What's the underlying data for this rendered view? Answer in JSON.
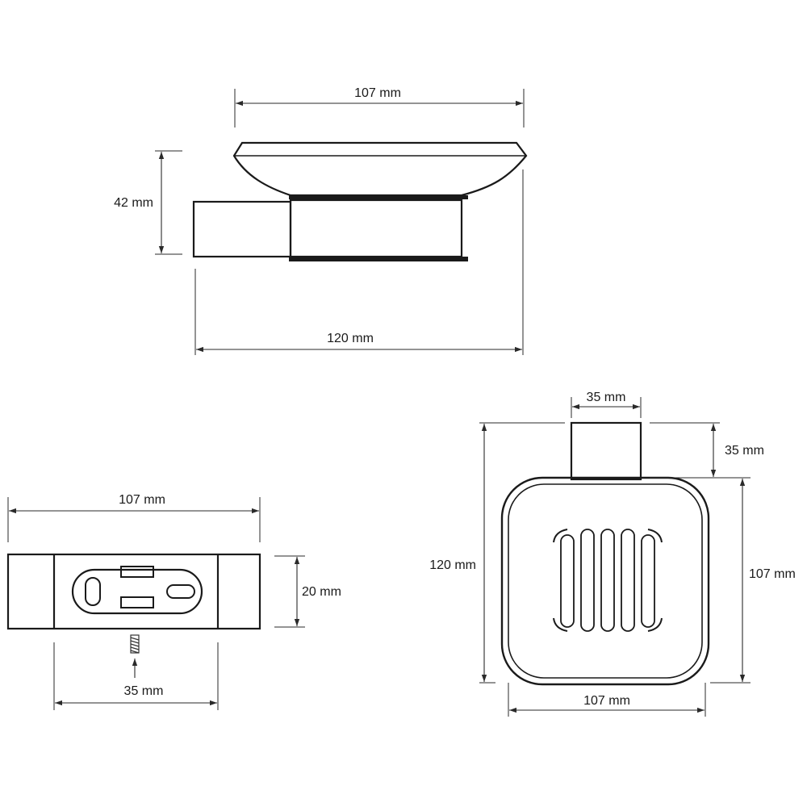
{
  "side_view": {
    "width_top": "107 mm",
    "height": "42 mm",
    "width_total": "120 mm"
  },
  "bracket_view": {
    "width": "107 mm",
    "height": "20 mm",
    "screw_spacing": "35 mm"
  },
  "top_view": {
    "mount_width": "35 mm",
    "mount_depth": "35 mm",
    "total_depth": "120 mm",
    "dish_depth": "107 mm",
    "dish_width": "107 mm"
  }
}
